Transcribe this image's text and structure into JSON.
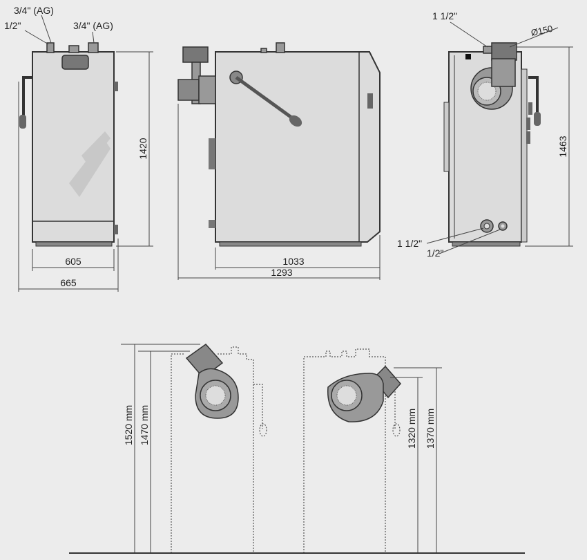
{
  "views": {
    "front": {
      "label_top_a": "3/4\" (AG)",
      "label_top_b": "1/2\"",
      "label_top_c": "3/4\" (AG)",
      "height": "1420",
      "width_inner": "605",
      "width_outer": "665"
    },
    "side": {
      "width_inner": "1033",
      "width_outer": "1293"
    },
    "rear": {
      "label_top": "1 1/2\"",
      "label_flue": "Ø150",
      "height": "1463",
      "label_bottom_a": "1 1/2\"",
      "label_bottom_b": "1/2\""
    },
    "fan_left": {
      "height_a": "1520 mm",
      "height_b": "1470 mm"
    },
    "fan_right": {
      "height_a": "1320 mm",
      "height_b": "1370 mm"
    }
  }
}
